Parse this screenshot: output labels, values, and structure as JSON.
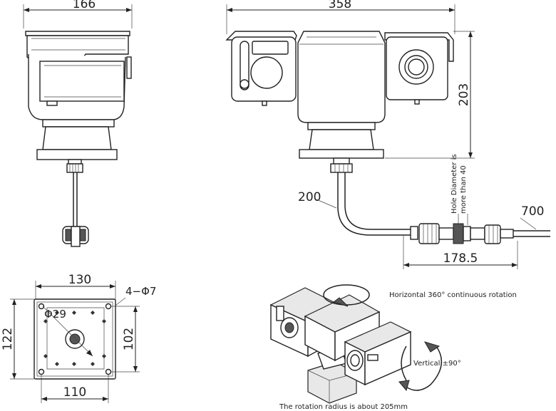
{
  "dimensions": {
    "side_width": "166",
    "front_width": "358",
    "front_height": "203",
    "cable_a": "200",
    "cable_b": "700",
    "cable_span": "178.5",
    "base_width_top": "130",
    "base_hole_spec": "4−Φ7",
    "base_center_hole": "Φ29",
    "base_height_left": "122",
    "base_height_right": "102",
    "base_width_bottom": "110"
  },
  "notes": {
    "hole_note_line1": "Hole Diameter is",
    "hole_note_line2": "more than 40",
    "horizontal_rotation": "Horizontal 360° continuous rotation",
    "vertical_rotation": "Vertical ±90°",
    "rotation_radius": "The rotation radius is about 205mm"
  }
}
